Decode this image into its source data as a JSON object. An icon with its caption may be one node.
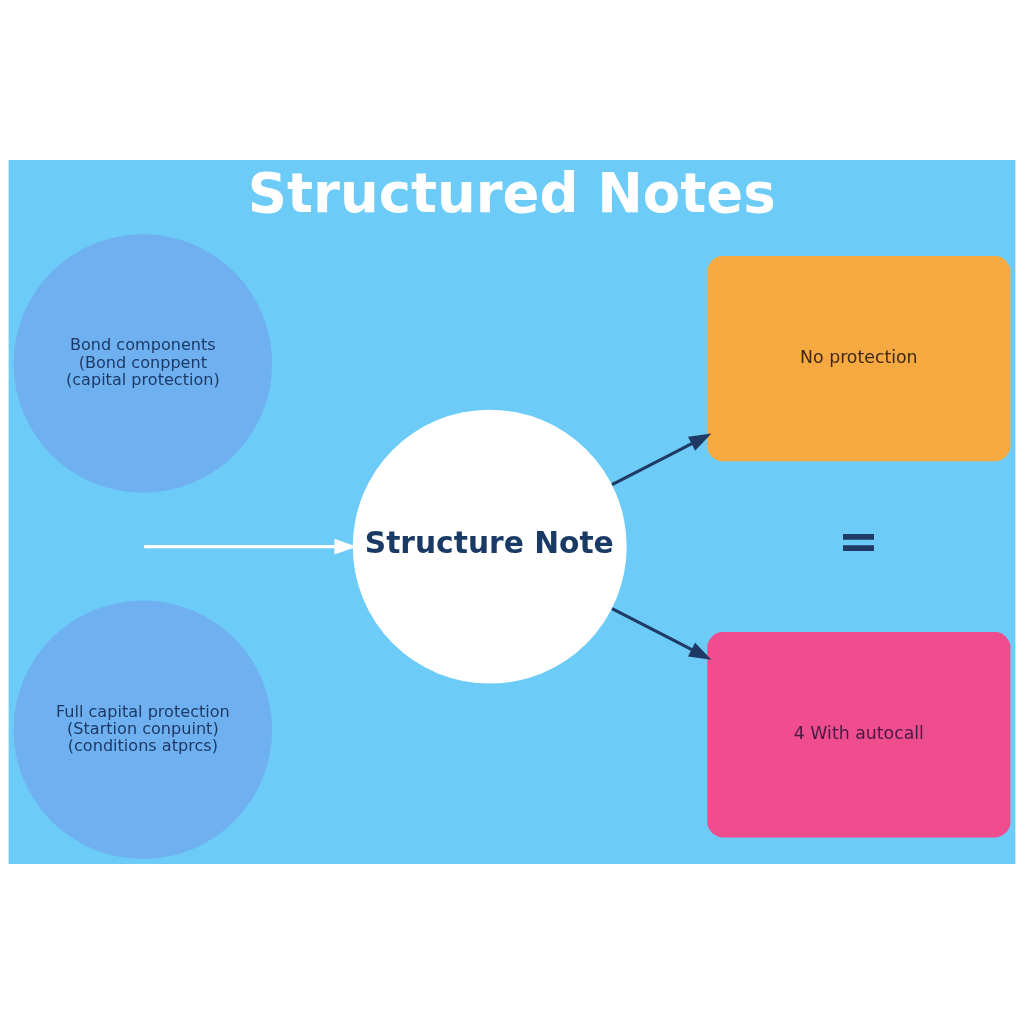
{
  "diagram": {
    "title": "Structured Notes",
    "nodes": [
      {
        "text": [
          "Bond components",
          "(Bond conppent",
          "(capital protection)"
        ]
      },
      {
        "text": [
          "Full capital protection",
          "(Startion conpuint)",
          "(conditions atprcs)"
        ]
      },
      {
        "text": [
          "Structure Note"
        ]
      },
      {
        "text": [
          "No protection"
        ]
      },
      {
        "text": [
          "4 With autocall"
        ]
      }
    ],
    "edges": [
      {
        "from": null,
        "to": 2,
        "arrow": "to",
        "color": "#ffffff"
      },
      {
        "from": 2,
        "to": 3,
        "arrow": "to"
      },
      {
        "from": 2,
        "to": 4,
        "arrow": "to"
      }
    ],
    "labels": [
      "="
    ]
  }
}
